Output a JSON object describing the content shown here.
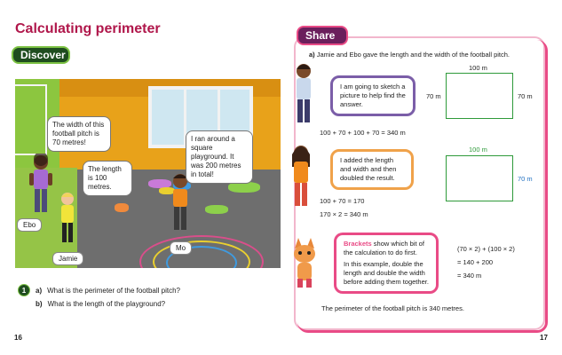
{
  "left_page": {
    "title": "Calculating perimeter",
    "discover_label": "Discover",
    "scene": {
      "bubbles": {
        "pitch_width": "The width of this football pitch is 70 metres!",
        "length": "The length is 100 metres.",
        "playground": "I ran around a square playground. It was 200 metres in total!"
      },
      "names": {
        "ebo": "Ebo",
        "jamie": "Jamie",
        "mo": "Mo"
      }
    },
    "questions": {
      "number": "1",
      "items": [
        {
          "letter": "a)",
          "text": "What is the perimeter of the football pitch?"
        },
        {
          "letter": "b)",
          "text": "What is the length of the playground?"
        }
      ]
    },
    "page_number": "16"
  },
  "right_page": {
    "share_label": "Share",
    "question": {
      "letter": "a)",
      "text": "Jamie and Ebo gave the length and the width of the football pitch."
    },
    "section1": {
      "bubble": "I am going to sketch a picture to help find the answer.",
      "calc": "100 + 70 + 100 + 70 = 340 m",
      "rect_labels": {
        "top": "100 m",
        "left": "70 m",
        "right": "70 m"
      }
    },
    "section2": {
      "bubble": "I added the length and width and then doubled the result.",
      "calc_lines": [
        "100 + 70 = 170",
        "170 × 2 = 340 m"
      ],
      "rect_labels": {
        "top": "100 m",
        "right": "70 m"
      }
    },
    "section3": {
      "bubble_bold": "Brackets",
      "bubble_rest": " show which bit of the calculation to do first.",
      "bubble_example": "In this example, double the length and double the width before adding them together.",
      "calc_lines": [
        "(70 × 2) + (100 × 2)",
        "= 140 + 200",
        "= 340 m"
      ]
    },
    "conclusion": "The perimeter of the football pitch is 340 metres.",
    "page_number": "17"
  },
  "colors": {
    "title": "#b0174b",
    "discover_tab": "#1f4d1f",
    "share_tab": "#6b1f5c",
    "share_border": "#e94b86",
    "green_label": "#2e9a3a",
    "blue_label": "#1f6fc0",
    "bubble_purple": "#7b5ea8",
    "bubble_orange": "#f0a24a",
    "bubble_pink": "#e94b86",
    "rect_green": "#2e9a3a"
  },
  "icons": [
    "child-character-icon",
    "girl-character-icon",
    "cat-mascot-icon"
  ]
}
